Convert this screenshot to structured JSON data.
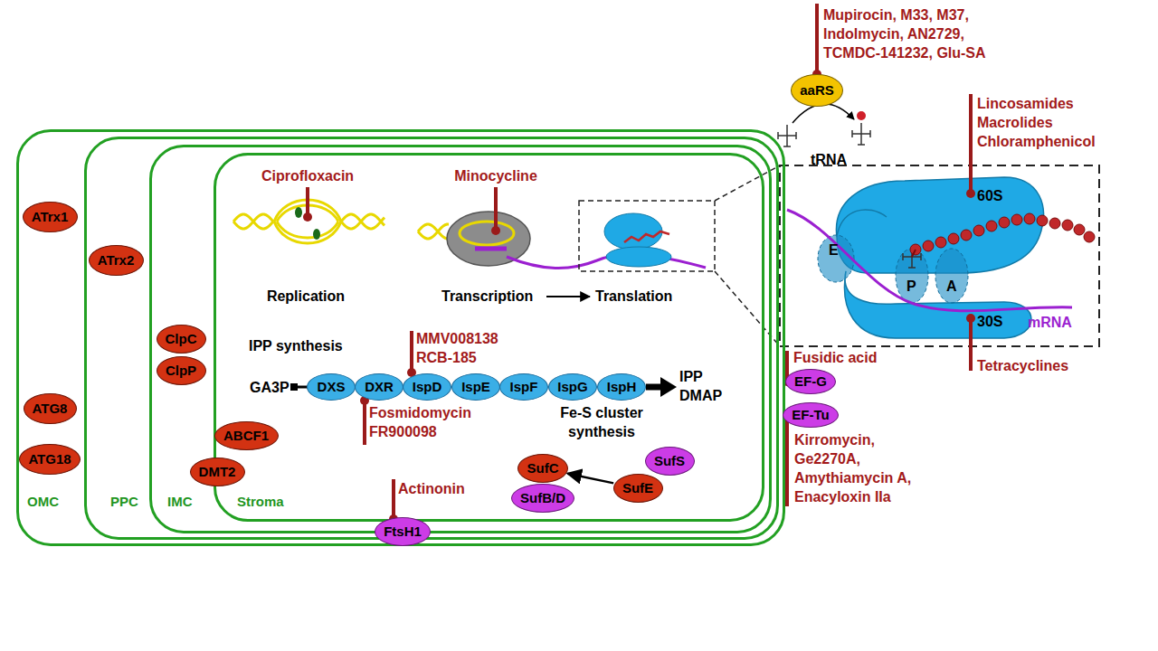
{
  "diagram": {
    "nodes": [
      {
        "text": [
          "OMC"
        ]
      },
      {
        "text": [
          "PPC"
        ],
        "in": 0
      },
      {
        "text": [
          "IMC"
        ],
        "in": 1
      },
      {
        "text": [
          "Stroma"
        ],
        "in": 2
      },
      {
        "text": [
          "ATrx1"
        ],
        "in": 0
      },
      {
        "text": [
          "ATG8"
        ],
        "in": 0
      },
      {
        "text": [
          "ATG18"
        ],
        "in": 0
      },
      {
        "text": [
          "ATrx2"
        ],
        "in": 1
      },
      {
        "text": [
          "ClpC"
        ],
        "in": 2
      },
      {
        "text": [
          "ClpP"
        ],
        "in": 2
      },
      {
        "text": [
          "ABCF1"
        ],
        "in": 2
      },
      {
        "text": [
          "DMT2"
        ],
        "in": 2
      },
      {
        "text": [
          "DXS"
        ],
        "in": 3
      },
      {
        "text": [
          "DXR"
        ],
        "in": 3
      },
      {
        "text": [
          "IspD"
        ],
        "in": 3
      },
      {
        "text": [
          "IspE"
        ],
        "in": 3
      },
      {
        "text": [
          "IspF"
        ],
        "in": 3
      },
      {
        "text": [
          "IspG"
        ],
        "in": 3
      },
      {
        "text": [
          "IspH"
        ],
        "in": 3
      },
      {
        "text": [
          "SufS"
        ],
        "in": 3
      },
      {
        "text": [
          "SufE"
        ],
        "in": 3
      },
      {
        "text": [
          "SufC"
        ],
        "in": 3
      },
      {
        "text": [
          "SufB/D"
        ],
        "in": 3
      },
      {
        "text": [
          "FtsH1"
        ]
      },
      {
        "text": [
          "aaRS"
        ]
      },
      {
        "text": [
          "EF-G"
        ]
      },
      {
        "text": [
          "EF-Tu"
        ]
      }
    ],
    "edges": [
      {
        "from": 20,
        "to": 21,
        "arrow": "to"
      }
    ],
    "labels": [
      "Mupirocin, M33, M37, Indolmycin, AN2729, TCMDC-141232, Glu-SA",
      "Lincosamides Macrolides Chloramphenicol",
      "60S",
      "tRNA",
      "Ciprofloxacin",
      "Minocycline",
      "E",
      "P",
      "A",
      "Replication",
      "Transcription",
      "Translation",
      "30S",
      "mRNA",
      "IPP synthesis",
      "MMV008138 RCB-185",
      "GA3P",
      "IPP DMAP",
      "Fusidic acid",
      "Tetracyclines",
      "Fosmidomycin FR900098",
      "Fe-S cluster synthesis",
      "Kirromycin, Ge2270A, Amythiamycin A, Enacyloxin IIa",
      "Actinonin"
    ]
  }
}
